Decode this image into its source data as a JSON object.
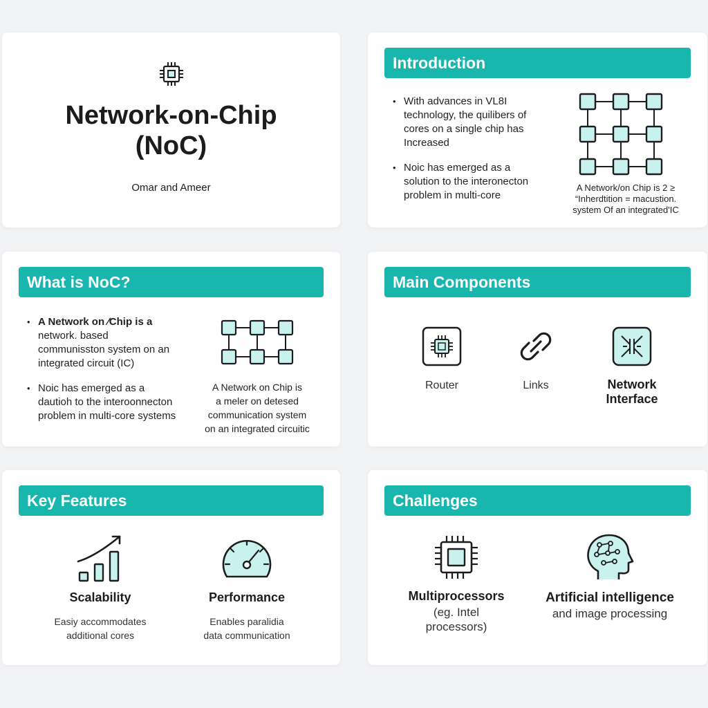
{
  "accent": "#19b6ae",
  "icon_fill": "#c9f2ee",
  "title_slide": {
    "icon": "chip-icon",
    "title_line1": "Network-on-Chip",
    "title_line2": "(NoC)",
    "authors": "Omar and Ameer"
  },
  "intro": {
    "heading": "Introduction",
    "bullets": [
      "With advances in VL8I technology, the quilibers of cores on a single chip has Increased",
      "Noic has emerged as a solution to the interonecton problem in multi-core"
    ],
    "diagram_icon": "mesh-network-icon",
    "caption": [
      "A Network/on Chip is 2 ≥",
      "“Inherdtition = macustion.",
      "system Of an integrated'IC"
    ]
  },
  "what": {
    "heading": "What is NoC?",
    "bullets": [
      "A Network on ∕Chip is a network. based communisston system on an integrated circuit (IC)",
      "Noic has emerged as a dautioh to the interoonnecton problem in multi-core systems"
    ],
    "bullet_bold": "A Network on ∕Chip is a",
    "diagram_icon": "mesh-network-icon",
    "caption": [
      "A Network on Chip is",
      "a meler on detesed",
      "communication system",
      "on an integrated circuitic"
    ]
  },
  "components": {
    "heading": "Main Components",
    "items": [
      {
        "label": "Router",
        "icon": "router-icon"
      },
      {
        "label": "Links",
        "icon": "link-icon"
      },
      {
        "label_line1": "Network",
        "label_line2": "Interface",
        "icon": "network-interface-icon"
      }
    ]
  },
  "features": {
    "heading": "Key Features",
    "items": [
      {
        "title": "Scalability",
        "sub1": "Easiy accommodates",
        "sub2": "additional cores",
        "icon": "growth-chart-icon"
      },
      {
        "title": "Performance",
        "sub1": "Enables paralidia",
        "sub2": "data communication",
        "icon": "speedometer-icon"
      }
    ]
  },
  "challenges": {
    "heading": "Challenges",
    "items": [
      {
        "title": "Multiprocessors",
        "sub1": "(eg. Intel",
        "sub2": "processors)",
        "icon": "processor-icon"
      },
      {
        "title": "Artificial intelligence",
        "sub1": "and image processing",
        "icon": "ai-head-icon"
      }
    ]
  }
}
